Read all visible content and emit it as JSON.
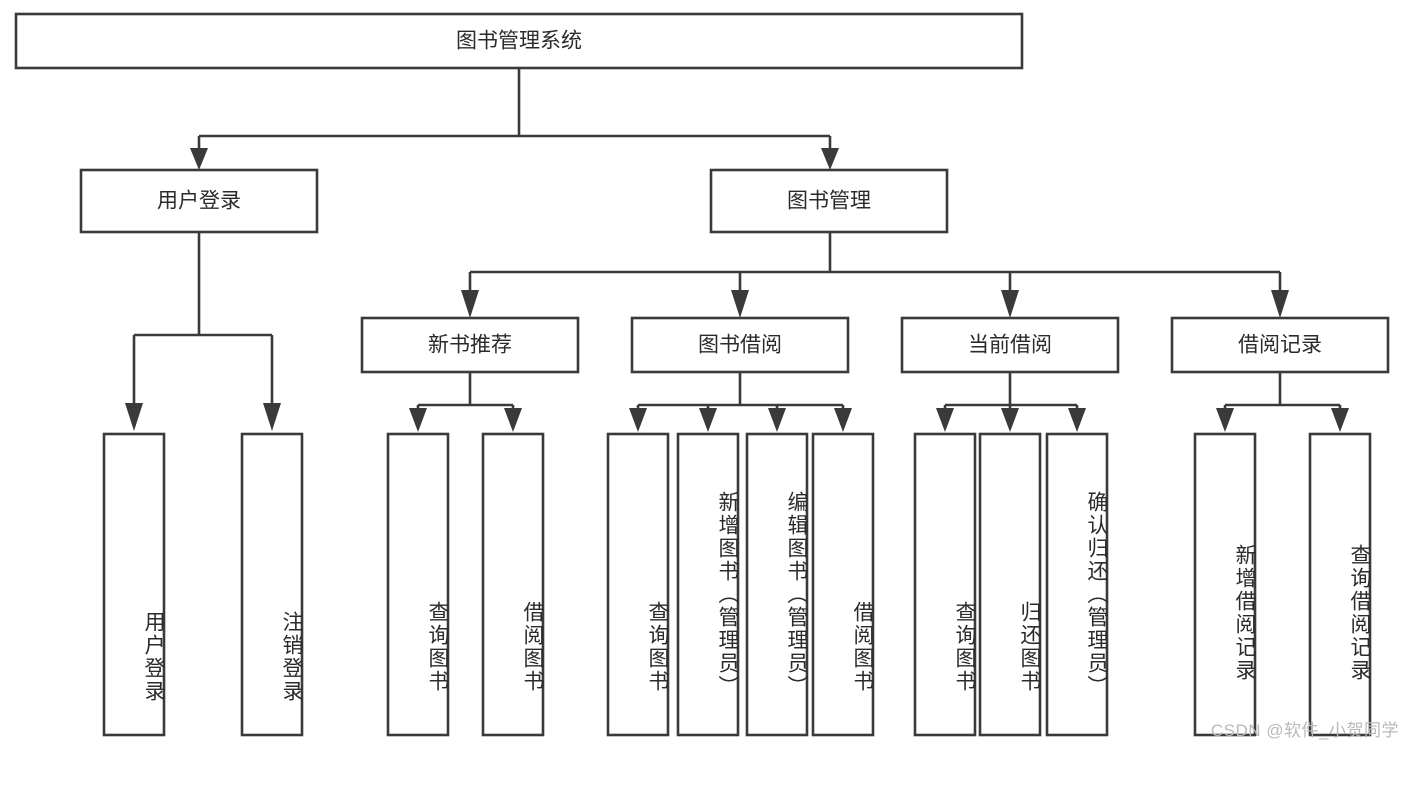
{
  "diagram": {
    "title": "图书管理系统",
    "type": "tree-hierarchy-functional-decomposition",
    "colors": {
      "stroke": "#3a3a3a",
      "box_fill": "#ffffff",
      "text": "#2b2b2b",
      "watermark": "#b9b9b9",
      "background": "#ffffff"
    },
    "root": {
      "label": "图书管理系统"
    },
    "level2": [
      {
        "label": "用户登录"
      },
      {
        "label": "图书管理"
      }
    ],
    "level3": [
      {
        "label": "新书推荐"
      },
      {
        "label": "图书借阅"
      },
      {
        "label": "当前借阅"
      },
      {
        "label": "借阅记录"
      }
    ],
    "leaves": {
      "user_login": [
        {
          "label": "用户登录"
        },
        {
          "label": "注销登录"
        }
      ],
      "new_book_recommend": [
        {
          "label": "查询图书"
        },
        {
          "label": "借阅图书"
        }
      ],
      "book_borrow": [
        {
          "label": "查询图书"
        },
        {
          "label": "新增图书（管理员）"
        },
        {
          "label": "编辑图书（管理员）"
        },
        {
          "label": "借阅图书"
        }
      ],
      "current_borrow": [
        {
          "label": "查询图书"
        },
        {
          "label": "归还图书"
        },
        {
          "label": "确认归还（管理员）"
        }
      ],
      "borrow_records": [
        {
          "label": "新增借阅记录"
        },
        {
          "label": "查询借阅记录"
        }
      ]
    }
  },
  "watermark": {
    "text": "CSDN @软件_小贺同学"
  }
}
